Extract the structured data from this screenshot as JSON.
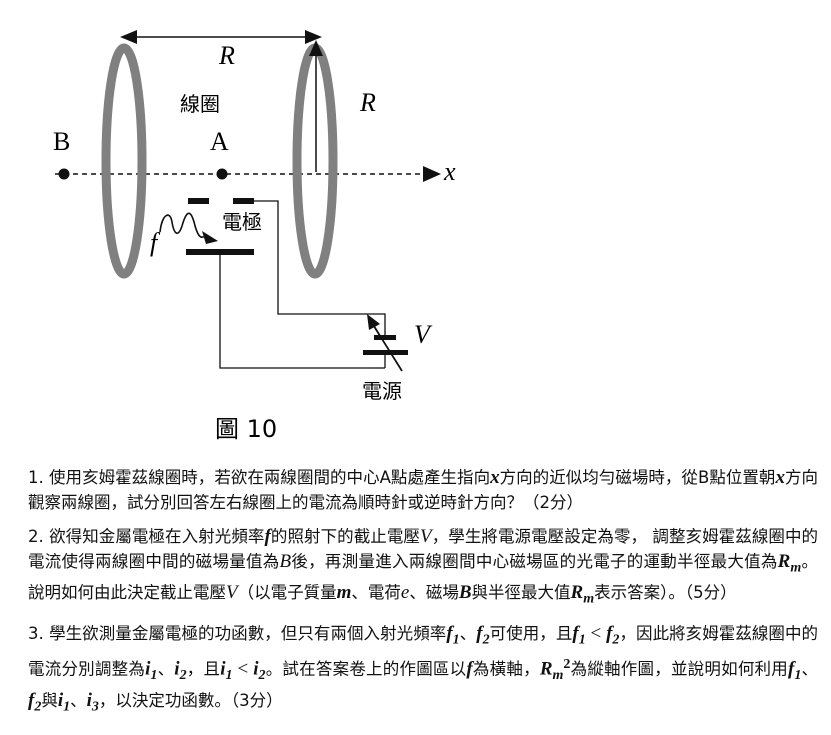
{
  "figure": {
    "label_R_top": "R",
    "label_R_right": "R",
    "label_coil": "線圈",
    "label_B": "B",
    "label_A": "A",
    "label_x": "x",
    "label_electrode": "電極",
    "label_f": "f",
    "label_V": "V",
    "label_power": "電源",
    "caption": "圖 10"
  },
  "questions": [
    {
      "number": "1.",
      "parts": [
        "使用亥姆霍茲線圈時，若欲在兩線圈間的中心A點處產生指向",
        "x",
        "方向的近似均勻磁場時，從B點位置朝",
        "x",
        "方向觀察兩線圈，試分別回答左右線圈上的電流為順時針或逆時針方向？（2分）"
      ]
    },
    {
      "number": "2.",
      "parts": [
        "欲得知金屬電極在入射光頻率",
        "f",
        "的照射下的截止電壓",
        "V",
        "，學生將電源電壓設定為零， 調整亥姆霍茲線圈中的電流使得兩線圈中間的磁場量值為",
        "B",
        "後，再測量進入兩線圈間中心磁場區的光電子的運動半徑最大值為",
        "R",
        "m",
        "。說明如何由此決定截止電壓",
        "V",
        "（以電子質量",
        "m",
        "、電荷",
        "e",
        "、磁場",
        "B",
        "與半徑最大值",
        "R",
        "m",
        "表示答案）。（5分）"
      ]
    },
    {
      "number": "3.",
      "parts": [
        "學生欲測量金屬電極的功函數，但只有兩個入射光頻率",
        "f",
        "1",
        "、",
        "f",
        "2",
        "可使用，且",
        "f",
        "1",
        " < ",
        "f",
        "2",
        "，因此將亥姆霍茲線圈中的電流分別調整為",
        "i",
        "1",
        "、",
        "i",
        "2",
        "，且",
        "i",
        "1",
        " < ",
        "i",
        "2",
        "。試在答案卷上的作圖區以",
        "f",
        "為橫軸，",
        "R",
        "m",
        "2",
        "為縱軸作圖，並說明如何利用",
        "f",
        "1",
        "、",
        "f",
        "2",
        "與",
        "i",
        "1",
        "、",
        "i",
        "3",
        "，以決定功函數。（3分）"
      ]
    }
  ]
}
